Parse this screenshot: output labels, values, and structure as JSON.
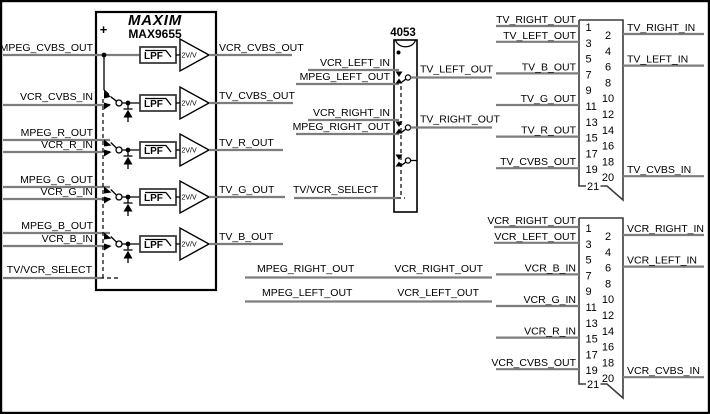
{
  "max9655": {
    "logo": "MAXIM",
    "part": "MAX9655",
    "plus": "+",
    "lpf": "LPF",
    "gain": "2V/V",
    "in_mpeg_cvbs": "MPEG_CVBS_OUT",
    "in_vcr_cvbs": "VCR_CVBS_IN",
    "in_mpeg_r": "MPEG_R_OUT",
    "in_vcr_r": "VCR_R_IN",
    "in_mpeg_g": "MPEG_G_OUT",
    "in_vcr_g": "VCR_G_IN",
    "in_mpeg_b": "MPEG_B_OUT",
    "in_vcr_b": "VCR_B_IN",
    "select": "TV/VCR_SELECT",
    "out_vcr_cvbs": "VCR_CVBS_OUT",
    "out_tv_cvbs": "TV_CVBS_OUT",
    "out_tv_r": "TV_R_OUT",
    "out_tv_g": "TV_G_OUT",
    "out_tv_b": "TV_B_OUT"
  },
  "mux4053": {
    "part": "4053",
    "in_vcr_left": "VCR_LEFT_IN",
    "in_mpeg_left": "MPEG_LEFT_OUT",
    "in_vcr_right": "VCR_RIGHT_IN",
    "in_mpeg_right": "MPEG_RIGHT_OUT",
    "select": "TV/VCR_SELECT",
    "out_tv_left": "TV_LEFT_OUT",
    "out_tv_right": "TV_RIGHT_OUT"
  },
  "audio_links": {
    "right_from": "MPEG_RIGHT_OUT",
    "right_to": "VCR_RIGHT_OUT",
    "left_from": "MPEG_LEFT_OUT",
    "left_to": "VCR_LEFT_OUT"
  },
  "tv_scart": {
    "pins_odd": [
      "1",
      "3",
      "5",
      "7",
      "9",
      "11",
      "13",
      "15",
      "17",
      "19"
    ],
    "pins_even": [
      "2",
      "4",
      "6",
      "8",
      "10",
      "12",
      "14",
      "16",
      "18",
      "20"
    ],
    "pin_last": "21",
    "left": {
      "pin1": "TV_RIGHT_OUT",
      "pin3": "TV_LEFT_OUT",
      "pin7": "TV_B_OUT",
      "pin11": "TV_G_OUT",
      "pin15": "TV_R_OUT",
      "pin19": "TV_CVBS_OUT"
    },
    "right": {
      "pin2": "TV_RIGHT_IN",
      "pin6": "TV_LEFT_IN",
      "pin20": "TV_CVBS_IN"
    }
  },
  "vcr_scart": {
    "pins_odd": [
      "1",
      "3",
      "5",
      "7",
      "9",
      "11",
      "13",
      "15",
      "17",
      "19"
    ],
    "pins_even": [
      "2",
      "4",
      "6",
      "8",
      "10",
      "12",
      "14",
      "16",
      "18",
      "20"
    ],
    "pin_last": "21",
    "left": {
      "pin1": "VCR_RIGHT_OUT",
      "pin3": "VCR_LEFT_OUT",
      "pin7": "VCR_B_IN",
      "pin11": "VCR_G_IN",
      "pin15": "VCR_R_IN",
      "pin19": "VCR_CVBS_OUT"
    },
    "right": {
      "pin2": "VCR_RIGHT_IN",
      "pin6": "VCR_LEFT_IN",
      "pin20": "VCR_CVBS_IN"
    }
  }
}
